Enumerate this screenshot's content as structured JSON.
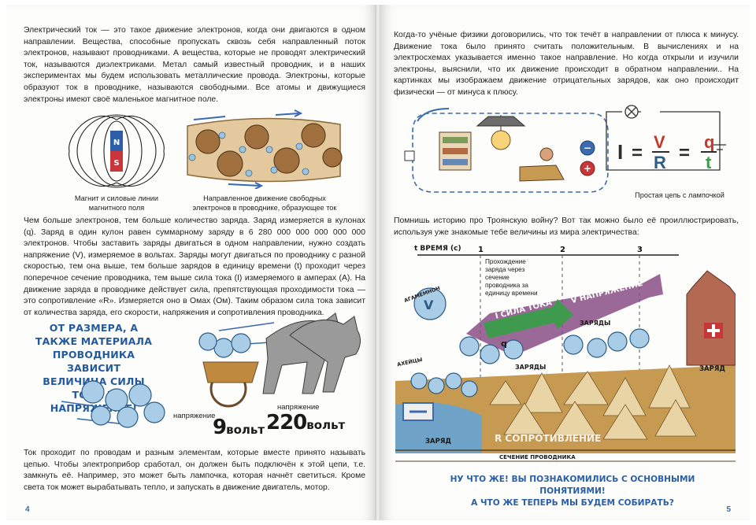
{
  "left_page": {
    "para1": "Электрический ток — это такое движение электронов, когда они двигаются в одном направлении. Вещества, способные пропускать сквозь себя направленный поток электронов, называют проводниками. А вещества, которые не проводят электрический ток, называются диэлектриками. Метал самый известный проводник, и в наших экспериментах мы будем использовать металлические провода. Электроны, которые образуют ток в проводнике, называются свободными. Все атомы и движущиеся электроны имеют своё маленькое магнитное поле.",
    "caption_magnet": "Магнит и силовые линии магнитного поля",
    "caption_electrons": "Направленное движение свободных электронов в проводнике, образующее ток",
    "magnet_n": "N",
    "magnet_s": "S",
    "para2": "Чем больше электронов, тем больше количество заряда. Заряд измеряется в кулонах (q). Заряд в один кулон равен суммарному заряду в 6 280 000 000 000 000 000 электронов. Чтобы заставить заряды двигаться в одном направлении, нужно создать напряжение (V), измеряемое в вольтах. Заряды могут двигаться по проводнику с разной скоростью, тем она выше, тем больше зарядов в единицу времени (t) проходит через поперечное сечение проводника, тем выше сила тока (I) измеряемого в амперах (А). На движение заряда в проводнике действует сила, препятствующая проходимости тока — это сопротивление «R». Измеряется оно в Омах (Ом). Таким образом сила тока зависит от количества заряда, его скорости, напряжения и сопротивления проводника.",
    "blue_title": "ОТ РАЗМЕРА, А ТАКЖЕ МАТЕРИАЛА ПРОВОДНИКА ЗАВИСИТ ВЕЛИЧИНА СИЛЫ ТОКА И НАПРЯЖЕНИЕ!",
    "volt1_label": "напряжение",
    "volt1_value": "9",
    "volt1_unit": "вольт",
    "volt2_label": "напряжение",
    "volt2_value": "220",
    "volt2_unit": "вольт",
    "para3": "Ток проходит по проводам и разным элементам, которые вместе принято называть цепью. Чтобы электроприбор сработал, он должен быть подключён к этой цепи, т.е. замкнуть её. Например, это может быть лампочка, которая начнёт светиться. Кроме света ток может вырабатывать тепло, и запускать в движение двигатель, мотор.",
    "page_number": "4"
  },
  "right_page": {
    "para1": "Когда-то учёные физики договорились, что ток течёт в направлении от плюса к минусу. Движение тока было принято считать положительным. В вычислениях и на электросхемах указывается именно такое направление. Но когда открыли и изучили электроны, выяснили, что их движение происходит в обратном направлении.. На картинках мы изображаем движение отрицательных зарядов, как оно происходит физически — от минуса к плюсу.",
    "formula": {
      "i": "I",
      "eq1": "=",
      "v": "V",
      "r": "R",
      "eq2": "=",
      "q": "q",
      "t": "t"
    },
    "minus_sign": "−",
    "plus_sign": "+",
    "caption_circuit": "Простая цепь с лампочкой",
    "para2": "Помнишь историю про Троянскую войну? Вот так можно было её проиллюстрировать, используя уже знакомые тебе величины из мира электричества:",
    "time_header": "t ВРЕМЯ (с)",
    "tick1": "1",
    "tick2": "2",
    "tick3": "3",
    "note": "Прохождение заряда через сечение проводника за единицу времени",
    "agamemnon": "АГАМЕМНОН",
    "achaeans": "АХЕЙЦЫ",
    "v_letter": "V",
    "current_band": "I СИЛА ТОКА",
    "voltage_band": "V НАПРЯЖЕНИЕ",
    "charges1": "ЗАРЯДЫ",
    "charges2": "ЗАРЯДЫ",
    "q_letter": "q",
    "charge_left": "ЗАРЯД",
    "charge_right": "ЗАРЯД",
    "resistance": "R СОПРОТИВЛЕНИЕ",
    "cross_section": "СЕЧЕНИЕ ПРОВОДНИКА",
    "final_line1": "НУ ЧТО ЖЕ! ВЫ ПОЗНАКОМИЛИСЬ С ОСНОВНЫМИ ПОНЯТИЯМИ!",
    "final_line2": "А ЧТО ЖЕ ТЕПЕРЬ МЫ БУДЕМ СОБИРАТЬ?",
    "page_number": "5"
  },
  "colors": {
    "accent_blue": "#245a9c",
    "band_green": "#3f9a4e",
    "band_purple": "#8a4f86",
    "ground": "#c79a52",
    "sea": "#6fa3c8"
  }
}
